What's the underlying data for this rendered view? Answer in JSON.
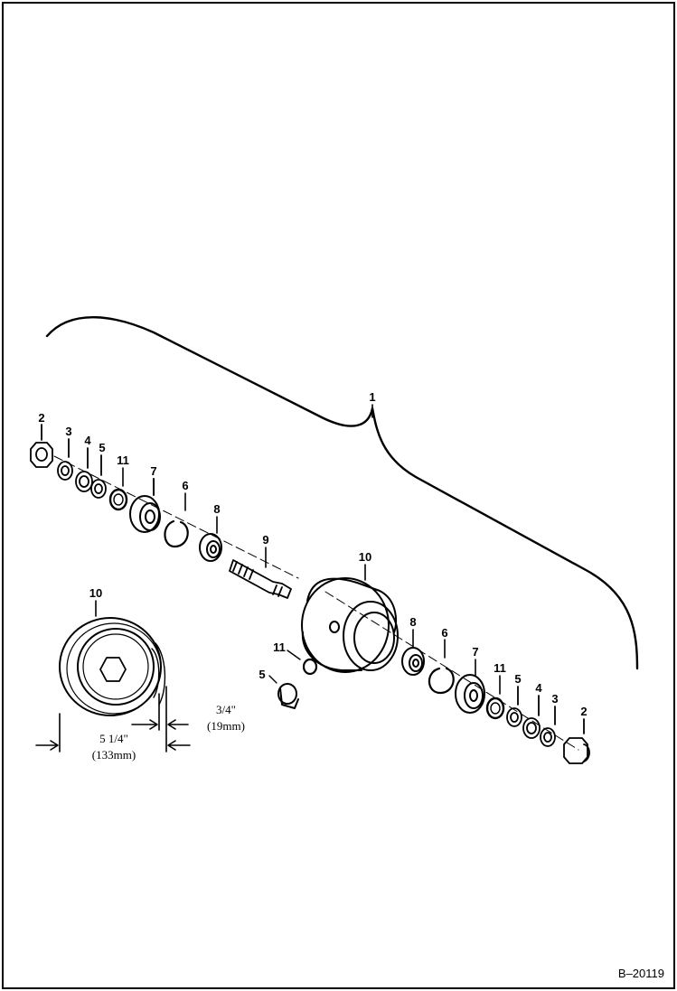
{
  "figure_id": "B–20119",
  "callouts": {
    "assembly": "1",
    "cap_nut": "2",
    "washer": "3",
    "seal": "4",
    "spacer": "5",
    "snap_ring": "6",
    "hub_plate": "7",
    "bearing": "8",
    "shaft": "9",
    "wheel": "10",
    "o_ring": "11"
  },
  "dimensions": {
    "wheel_diameter_in": "5 1/4\"",
    "wheel_diameter_mm": "(133mm)",
    "flange_width_in": "3/4\"",
    "flange_width_mm": "(19mm)"
  },
  "colors": {
    "line": "#000000",
    "background": "#ffffff"
  }
}
